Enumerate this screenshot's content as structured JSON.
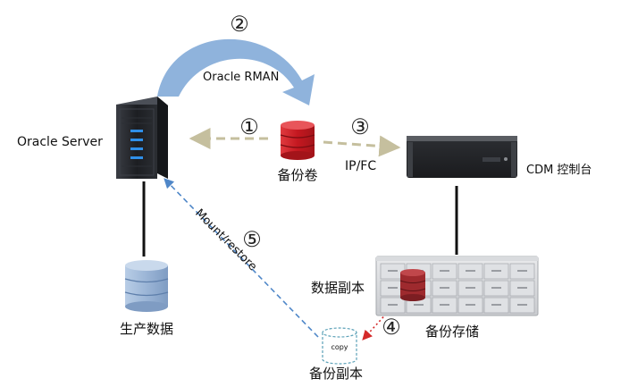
{
  "steps": {
    "s1": "①",
    "s2": "②",
    "s3": "③",
    "s4": "④",
    "s5": "⑤"
  },
  "labels": {
    "oracle_rman": "Oracle RMAN",
    "oracle_server": "Oracle Server",
    "backup_volume": "备份卷",
    "ip_fc": "IP/FC",
    "cdm_console": "CDM 控制台",
    "mount_restore": "Mount/restore",
    "production_data": "生产数据",
    "data_copy": "数据副本",
    "backup_storage": "备份存储",
    "copy_small": "copy",
    "backup_copy": "备份副本"
  },
  "colors": {
    "rman_arrow": "#8fb3dc",
    "dashed_olive": "#c5bf9e",
    "dashed_blue": "#4f87c8",
    "dashed_red": "#d42a2a",
    "db_red": "#d21e26",
    "db_dark_red": "#9e2a2e",
    "db_blue": "#9fb9d9",
    "server_dark": "#1f2126",
    "server_leds": "#2f8fe8"
  },
  "icons": {
    "server": "server-tower-icon",
    "backup_db": "database-red-icon",
    "prod_db": "database-blue-icon",
    "cdm": "rack-appliance-icon",
    "storage": "storage-array-icon",
    "copy_db": "database-outline-icon"
  }
}
